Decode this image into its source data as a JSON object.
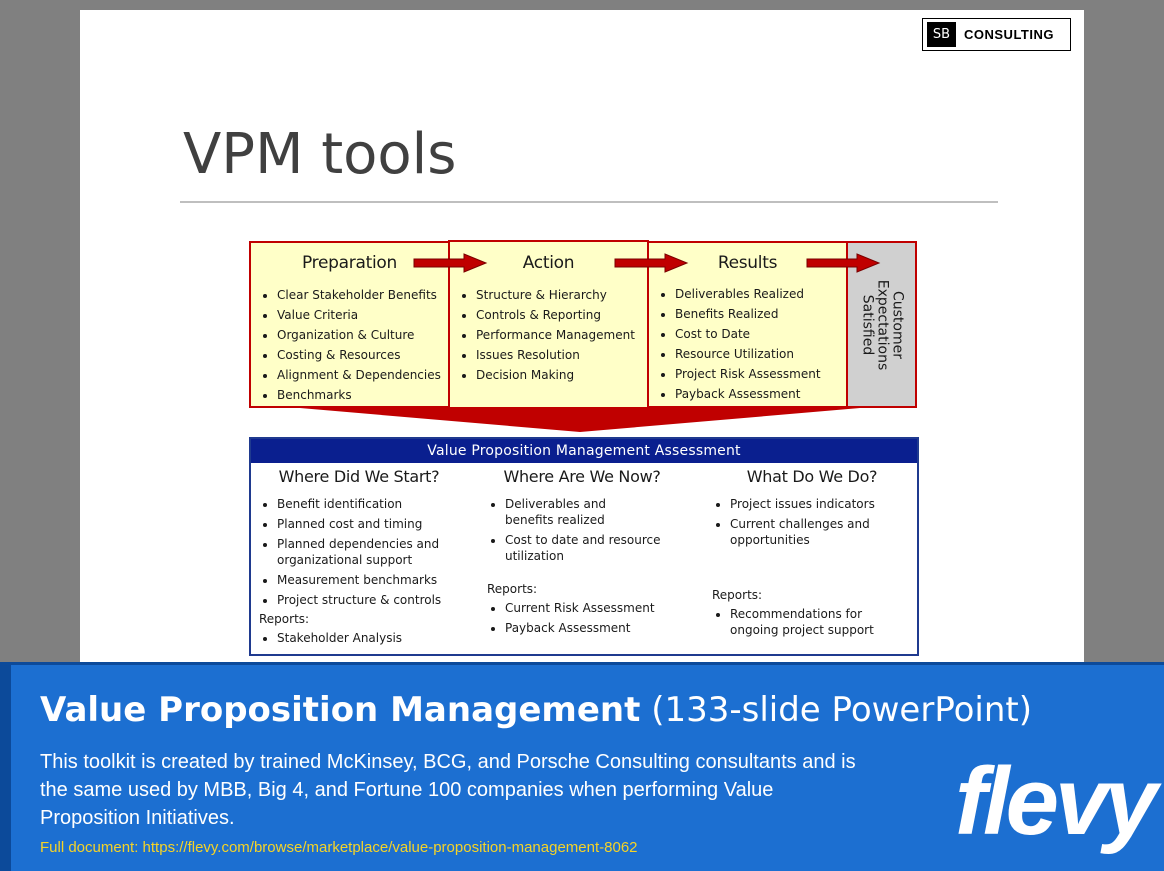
{
  "logo": {
    "mark": "SB",
    "text": "CONSULTING"
  },
  "slide_title": "VPM tools",
  "phases": [
    {
      "title": "Preparation",
      "items": [
        "Clear Stakeholder Benefits",
        "Value Criteria",
        "Organization & Culture",
        "Costing & Resources",
        "Alignment & Dependencies",
        "Benchmarks"
      ]
    },
    {
      "title": "Action",
      "items": [
        "Structure & Hierarchy",
        "Controls & Reporting",
        "Performance Management",
        "Issues Resolution",
        "Decision Making"
      ]
    },
    {
      "title": "Results",
      "items": [
        "Deliverables Realized",
        "Benefits Realized",
        "Cost to Date",
        "Resource Utilization",
        "Project Risk Assessment",
        "Payback Assessment"
      ]
    }
  ],
  "customer_box": {
    "lines": [
      "Customer",
      "Expectations",
      "Satisfied"
    ]
  },
  "assessment": {
    "header": "Value Proposition Management Assessment",
    "columns": [
      {
        "title": "Where Did We Start?",
        "items": [
          "Benefit identification",
          "Planned cost and timing",
          "Planned dependencies and organizational support",
          "Measurement benchmarks",
          "Project structure & controls"
        ],
        "reports_label": "Reports:",
        "reports": [
          "Stakeholder Analysis"
        ]
      },
      {
        "title": "Where Are We Now?",
        "items": [
          "Deliverables and benefits realized",
          "Cost to date and resource utilization"
        ],
        "reports_label": "Reports:",
        "reports": [
          "Current Risk Assessment",
          "Payback Assessment"
        ]
      },
      {
        "title": "What Do We Do?",
        "items": [
          "Project issues indicators",
          "Current challenges and opportunities"
        ],
        "reports_label": "Reports:",
        "reports": [
          "Recommendations for ongoing project support"
        ]
      }
    ]
  },
  "banner": {
    "title_bold": "Value Proposition Management",
    "title_light": "(133-slide PowerPoint)",
    "description": "This toolkit is created by trained McKinsey, BCG, and Porsche Consulting consultants and is the same used by MBB, Big 4, and Fortune 100 companies when performing Value Proposition Initiatives.",
    "link": "Full document: https://flevy.com/browse/marketplace/value-proposition-management-8062",
    "brand": "flevy"
  },
  "colors": {
    "banner_blue": "#1c6fd1",
    "phase_fill": "#ffffc8",
    "phase_border": "#c00000",
    "assessment_header": "#0a1f8f",
    "link_yellow": "#f5d327"
  }
}
